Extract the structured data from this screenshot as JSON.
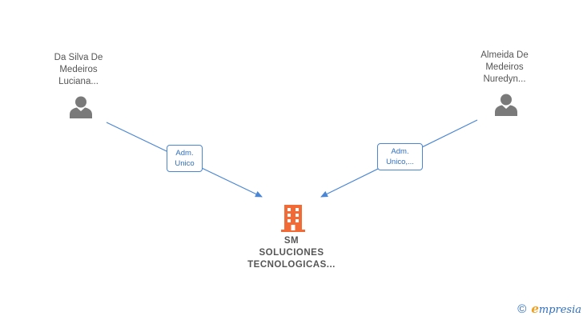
{
  "people": [
    {
      "name": "Da Silva De\nMedeiros\nLuciana..."
    },
    {
      "name": "Almeida De\nMedeiros\nNuredyn..."
    }
  ],
  "edges": [
    {
      "label": "Adm.\nUnico"
    },
    {
      "label": "Adm.\nUnico,..."
    }
  ],
  "company": {
    "name": "SM\nSOLUCIONES\nTECNOLOGICAS..."
  },
  "colors": {
    "person_icon": "#7a7a7a",
    "company_icon": "#f26a35",
    "edge": "#4a86d4",
    "text": "#555555",
    "brand": "#2f6fc1",
    "brand_accent": "#f0a020"
  },
  "icons": {
    "person": "person-icon",
    "company": "building-icon",
    "copyright": "copyright-icon"
  },
  "footer": {
    "copyright_symbol": "©",
    "brand_first": "e",
    "brand_rest": "mpresia"
  }
}
